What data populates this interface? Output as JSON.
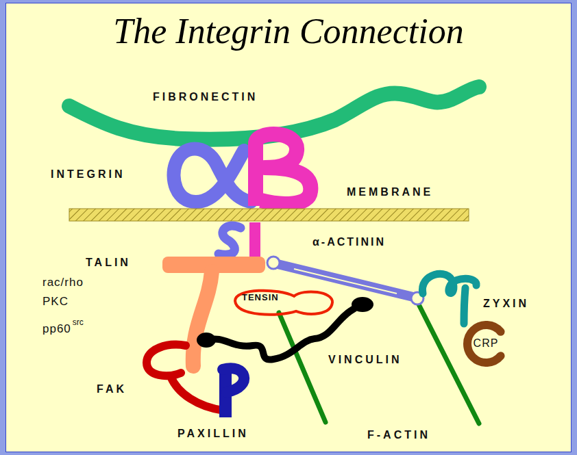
{
  "diagram": {
    "title": "The Integrin Connection",
    "nodes": [
      {
        "text": [
          "TENSIN"
        ]
      },
      {
        "text": [
          "CRP"
        ]
      }
    ],
    "labels": [
      "FIBRONECTIN",
      "INTEGRIN",
      "MEMBRANE",
      "TALIN",
      "rac/rho",
      "PKC",
      "pp60",
      "src",
      "α-ACTININ",
      "ZYXIN",
      "VINCULIN",
      "FAK",
      "PAXILLIN",
      "F-ACTIN"
    ]
  }
}
